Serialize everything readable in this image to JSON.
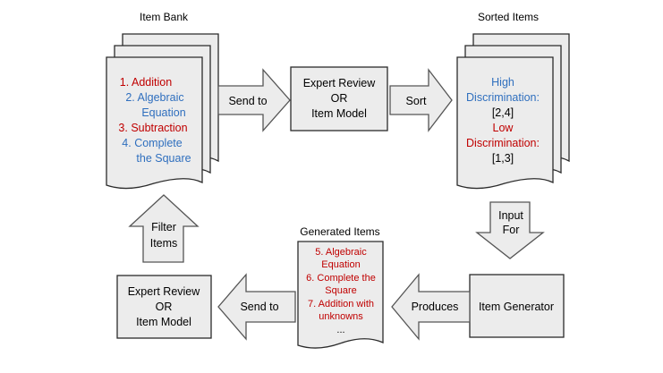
{
  "item_bank": {
    "title": "Item Bank",
    "items": [
      {
        "line1": "1.  Addition",
        "line2": "",
        "color": "#c00000"
      },
      {
        "line1": "2.  Algebraic",
        "line2": "Equation",
        "color": "#2f6fbe"
      },
      {
        "line1": "3.  Subtraction",
        "line2": "",
        "color": "#c00000"
      },
      {
        "line1": "4.  Complete",
        "line2": "the Square",
        "color": "#2f6fbe"
      }
    ]
  },
  "arrows": {
    "send_to_top": "Send to",
    "sort": "Sort",
    "input_for": [
      "Input",
      "For"
    ],
    "produces": "Produces",
    "send_to_bottom": "Send to",
    "filter_items": [
      "Filter",
      "Items"
    ]
  },
  "expert_review_top": [
    "Expert Review",
    "OR",
    "Item Model"
  ],
  "sorted_items": {
    "title": "Sorted Items",
    "high_label": [
      "High",
      "Discrimination:"
    ],
    "high_value": "[2,4]",
    "low_label": [
      "Low",
      "Discrimination:"
    ],
    "low_value": "[1,3]"
  },
  "item_generator": "Item Generator",
  "generated_items": {
    "title": "Generated Items",
    "lines": [
      "5. Algebraic",
      "Equation",
      "6. Complete the",
      "Square",
      "7. Addition with",
      "unknowns",
      "..."
    ]
  },
  "expert_review_bottom": [
    "Expert Review",
    "OR",
    "Item Model"
  ],
  "colors": {
    "red": "#c00000",
    "blue": "#2f6fbe",
    "fill": "#ececec"
  }
}
